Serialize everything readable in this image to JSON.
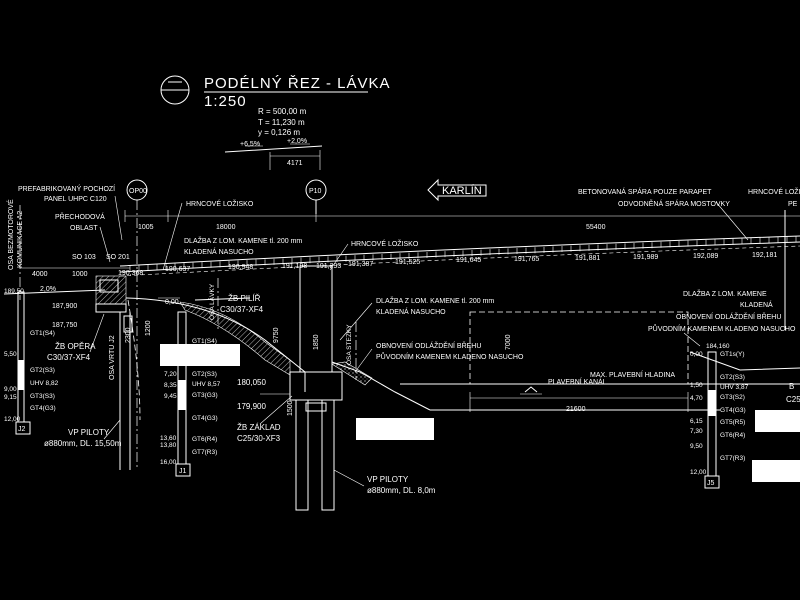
{
  "title": {
    "main": "PODÉLNÝ ŘEZ - LÁVKA",
    "scale": "1:250"
  },
  "curve": {
    "r": "R = 500,00 m",
    "t": "T = 11,230 m",
    "y": "y = 0,126 m",
    "slope_left": "+6,5%",
    "slope_right": "+2,0%",
    "dim": "4171"
  },
  "supports": {
    "p00": "OP00",
    "p10": "P10"
  },
  "direction": "KARLÍN",
  "dims": {
    "d1005": "1005",
    "d18000": "18000",
    "d55400": "55400",
    "d4000": "4000",
    "d1000": "1000",
    "d2300": "2300",
    "d1200": "1200",
    "d7000": "7000",
    "d21600": "21600",
    "d1850": "1850",
    "d9750": "9750",
    "d1500": "1500"
  },
  "levels": [
    "190,368",
    "190,637",
    "190,948",
    "191,198",
    "191,293",
    "191,387",
    "191,525",
    "191,645",
    "191,765",
    "191,881",
    "191,989",
    "192,089",
    "192,181"
  ],
  "left_notes": {
    "panel": "PREFABRIKOVANÝ POCHOZÍ",
    "panel2": "PANEL UHPC C120",
    "prech": "PŘECHODOVÁ",
    "prech2": "OBLAST",
    "so103": "SO 103",
    "so201": "SO 201",
    "osa_kom": "OSA BEZMOTOROVÉ",
    "osa_kom2": "KOMUNIKACE A2",
    "slope": "2,0%",
    "elev_left": "189,50",
    "elev_a": "187,900",
    "elev_b": "187,750",
    "zero": "0,00",
    "opera": "ŽB OPĚRA",
    "opera_c": "C30/37-XF4",
    "osa_vrtu": "OSA VRTU J2"
  },
  "mid_notes": {
    "loz1": "HRNCOVÉ LOŽISKO",
    "dlazba": "DLAŽBA Z LOM. KAMENE tl. 200 mm",
    "dlazba2": "KLADENÁ NASUCHO",
    "loz2": "HRNCOVÉ LOŽISKO",
    "pilir": "ŽB PILÍŘ",
    "pilir_c": "C30/37-XF4",
    "osa_lavky": "OSA LÁVKY",
    "osa_stezky": "OSA STEZKY",
    "dlazba_b": "DLAŽBA Z LOM. KAMENE tl. 200 mm",
    "dlazba_b2": "KLADENÁ NASUCHO",
    "obnov": "OBNOVENÍ ODLÁŽDĚNÍ BŘEHU",
    "obnov2": "PŮVODNÍM KAMENEM KLADENO NASUCHO",
    "zaklad": "ŽB ZÁKLAD",
    "zaklad_c": "C25/30-XF3",
    "e1": "180,050",
    "e2": "179,900",
    "pil1": "VP PILOTY",
    "pil1b": "ø880mm, DL. 15,50m",
    "pil2": "VP PILOTY",
    "pil2b": "ø880mm, DL. 8,0m"
  },
  "river": {
    "kanal": "PLAVEBNÍ KANÁL",
    "hladina": "MAX. PLAVEBNÍ HLADINA"
  },
  "right_notes": {
    "spara": "BETONOVANÁ SPÁRA POUZE PARAPET",
    "spara2": "ODVODNĚNÁ SPÁRA MOSTOVKY",
    "loz_r": "HRNCOVÉ LOŽI",
    "loz_r2": "PE",
    "dlaz_r": "DLAŽBA Z LOM. KAMENE",
    "dlaz_r2": "KLADENÁ",
    "obnov_r": "OBNOVENÍ ODLÁŽDĚNÍ BŘEHU",
    "obnov_r2": "PŮVODNÍM KAMENEM KLADENO NASUCHO",
    "cut1": "B",
    "cut2": "C25"
  },
  "boreholes": {
    "j2": {
      "name": "J2",
      "rows": [
        "GT1(S4)",
        "5,50",
        "GT2(S3)",
        "9,00",
        "UHV 8,82",
        "9,15",
        "GT3(S3)",
        "GT4(G3)",
        "12,00"
      ]
    },
    "j1": {
      "name": "J1",
      "rows": [
        "GT1(S4)",
        "7,20",
        "GT2(S3)",
        "8,35",
        "UHV 8,57",
        "9,45",
        "GT3(G3)",
        "GT4(G3)",
        "13,60",
        "GT6(R4)",
        "13,80",
        "GT7(R3)",
        "16,00"
      ]
    },
    "j5": {
      "name": "J5",
      "rows": [
        "184,160",
        "0,00",
        "GT1s(Y)",
        "1,50",
        "GT2(S3)",
        "4,70",
        "UHV 3,87",
        "GT3(S2)",
        "GT4(G3)",
        "6,15",
        "GT5(R5)",
        "7,30",
        "GT6(R4)",
        "9,50",
        "GT7(R3)",
        "12,00"
      ]
    }
  }
}
